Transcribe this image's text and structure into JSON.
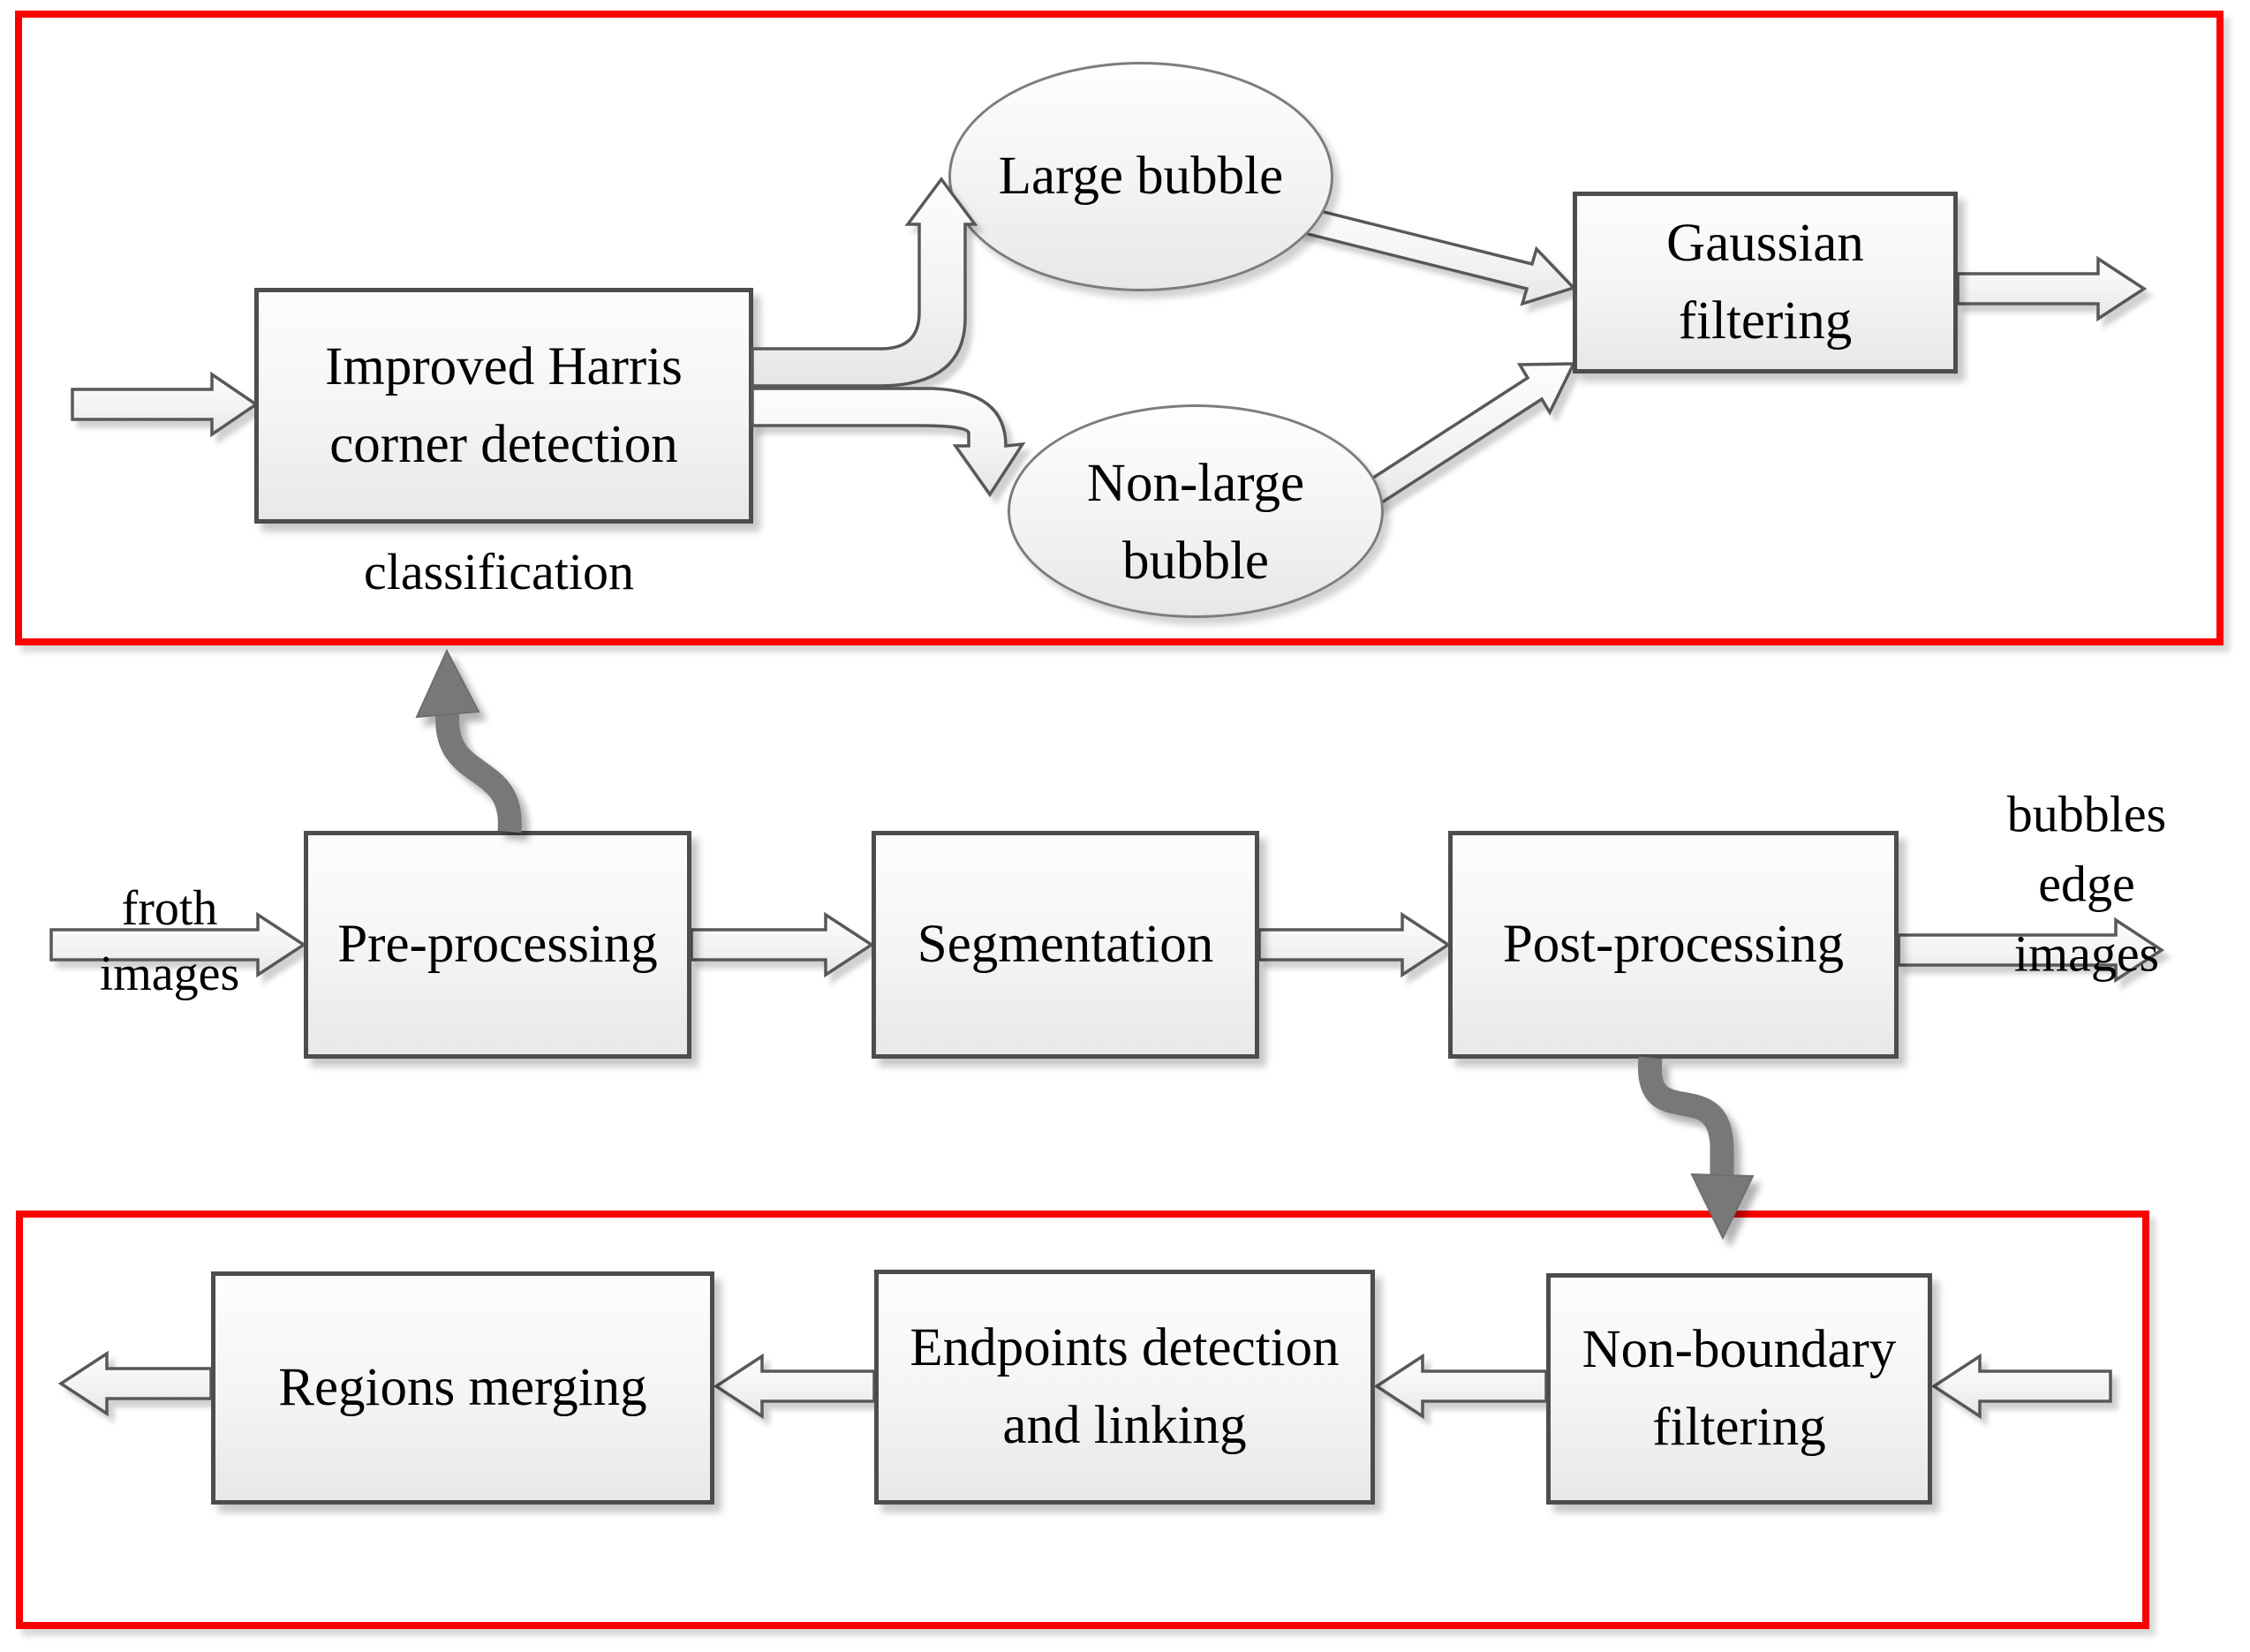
{
  "figure": {
    "top_group": {
      "harris_box_label": "Improved Harris\ncorner detection",
      "classification_caption": "classification",
      "large_bubble_label": "Large bubble",
      "non_large_bubble_label": "Non-large\nbubble",
      "gaussian_box_label": "Gaussian\nfiltering"
    },
    "middle_flow": {
      "input_caption": "froth\nimages",
      "preprocessing_box_label": "Pre-processing",
      "segmentation_box_label": "Segmentation",
      "postprocessing_box_label": "Post-processing",
      "output_caption": "bubbles edge\nimages"
    },
    "bottom_group": {
      "non_boundary_box_label": "Non-boundary\nfiltering",
      "endpoints_box_label": "Endpoints detection\nand linking",
      "regions_box_label": "Regions merging"
    },
    "colors": {
      "group_border_red": "#fb0100",
      "node_border_gray": "#4d4d4d",
      "ellipse_border_gray": "#7d7d7d",
      "arrow_outline_gray": "#58585a",
      "gray_connector": "#787878",
      "text": "#000000"
    }
  }
}
